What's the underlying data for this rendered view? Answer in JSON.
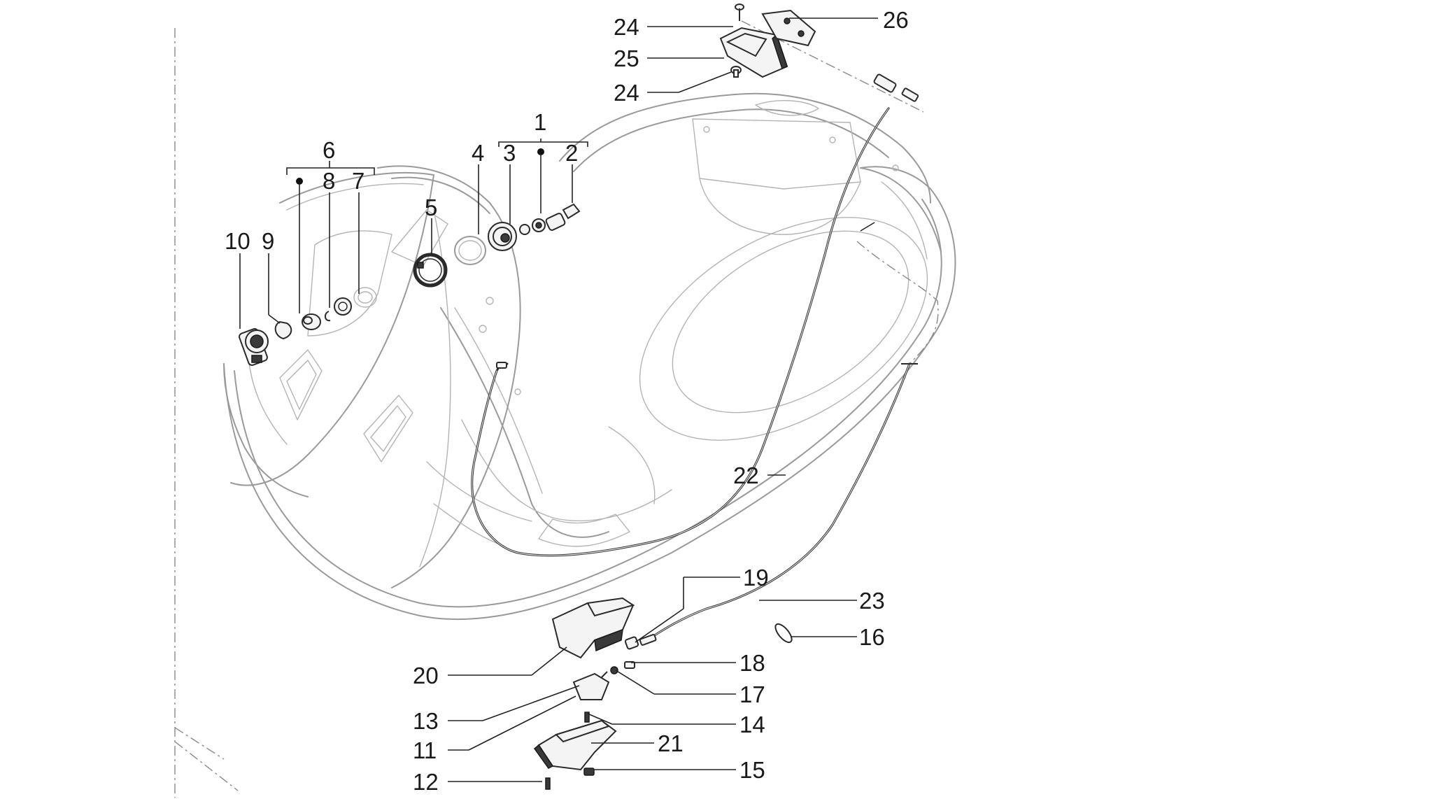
{
  "diagram": {
    "callouts": [
      {
        "id": "1",
        "text": "1"
      },
      {
        "id": "2",
        "text": "2"
      },
      {
        "id": "3",
        "text": "3"
      },
      {
        "id": "4",
        "text": "4"
      },
      {
        "id": "5",
        "text": "5"
      },
      {
        "id": "6",
        "text": "6"
      },
      {
        "id": "7",
        "text": "7"
      },
      {
        "id": "8",
        "text": "8"
      },
      {
        "id": "9",
        "text": "9"
      },
      {
        "id": "10",
        "text": "10"
      },
      {
        "id": "11",
        "text": "11"
      },
      {
        "id": "12",
        "text": "12"
      },
      {
        "id": "13",
        "text": "13"
      },
      {
        "id": "14",
        "text": "14"
      },
      {
        "id": "15",
        "text": "15"
      },
      {
        "id": "16",
        "text": "16"
      },
      {
        "id": "17",
        "text": "17"
      },
      {
        "id": "18",
        "text": "18"
      },
      {
        "id": "19",
        "text": "19"
      },
      {
        "id": "20",
        "text": "20"
      },
      {
        "id": "21",
        "text": "21"
      },
      {
        "id": "22",
        "text": "22"
      },
      {
        "id": "23",
        "text": "23"
      },
      {
        "id": "24a",
        "text": "24"
      },
      {
        "id": "24b",
        "text": "24"
      },
      {
        "id": "25",
        "text": "25"
      },
      {
        "id": "26",
        "text": "26"
      }
    ],
    "colors": {
      "outline": "#9a9a9a",
      "parts": "#2a2a2a",
      "labels": "#1a1a1a",
      "background": "#ffffff"
    }
  }
}
